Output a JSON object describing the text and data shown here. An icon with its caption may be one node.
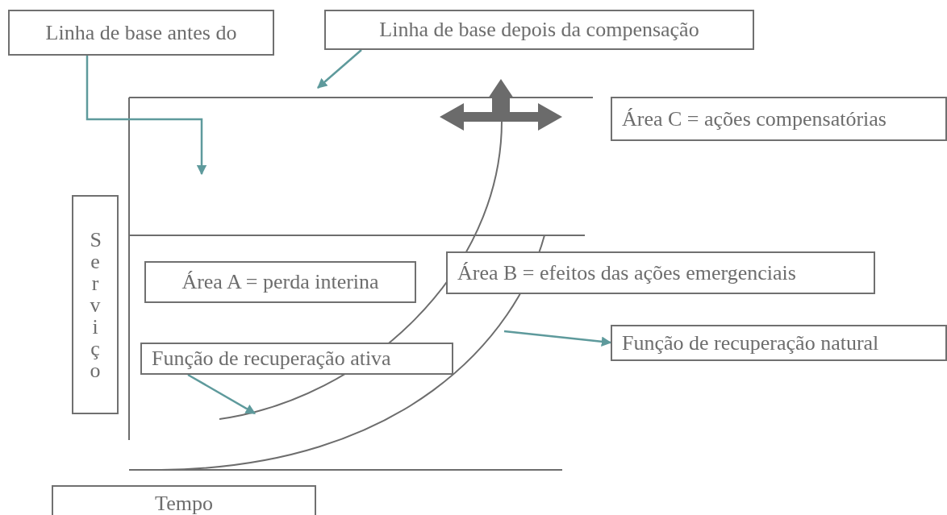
{
  "diagram": {
    "nodes": [
      {
        "text": [
          "Linha de base antes do"
        ]
      },
      {
        "text": [
          "Linha de base depois da compensação"
        ]
      },
      {
        "text": [
          "Área C = ações compensatórias"
        ]
      },
      {
        "text": [
          "Serviço"
        ]
      },
      {
        "text": [
          "Área A = perda interina"
        ]
      },
      {
        "text": [
          "Área B = efeitos das ações emergenciais"
        ]
      },
      {
        "text": [
          "Função de recuperação ativa"
        ]
      },
      {
        "text": [
          "Função de recuperação natural"
        ]
      },
      {
        "text": [
          "Tempo"
        ]
      }
    ],
    "edges": [
      {
        "from": 0,
        "to": null,
        "arrow": "to"
      },
      {
        "from": 1,
        "to": null,
        "arrow": "to"
      },
      {
        "from": 6,
        "to": null,
        "arrow": "to"
      },
      {
        "from": null,
        "to": 7,
        "arrow": "to"
      }
    ]
  }
}
